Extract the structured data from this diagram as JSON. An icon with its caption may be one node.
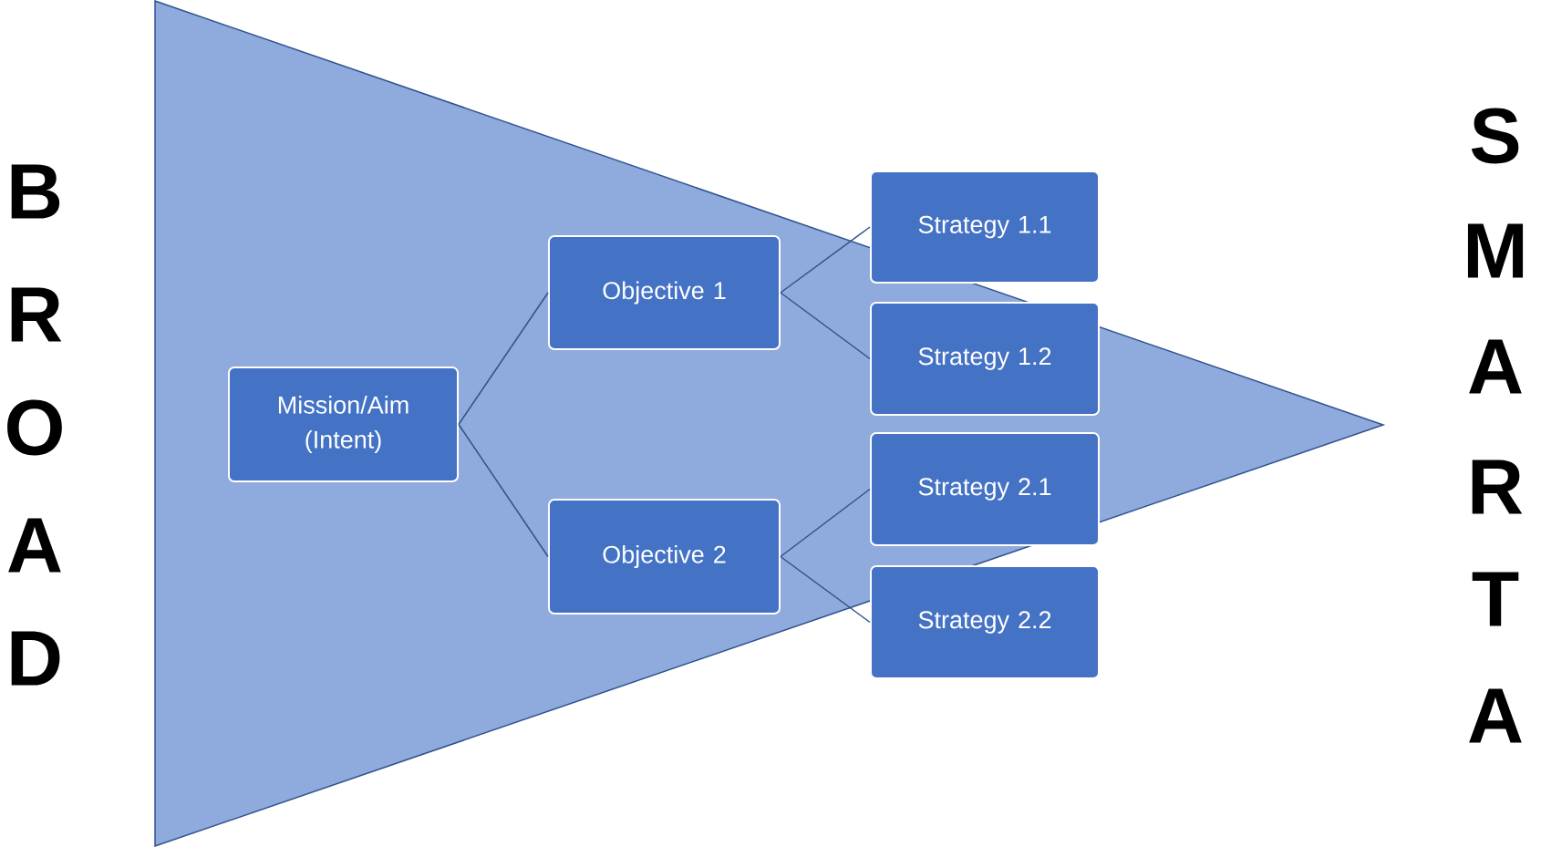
{
  "diagram": {
    "nodes": [
      {
        "text": [
          "Mission/Aim (Intent)"
        ]
      },
      {
        "text": [
          "Objective 1"
        ]
      },
      {
        "text": [
          "Objective 2"
        ]
      },
      {
        "text": [
          "Strategy 1.1"
        ]
      },
      {
        "text": [
          "Strategy 1.2"
        ]
      },
      {
        "text": [
          "Strategy 2.1"
        ]
      },
      {
        "text": [
          "Strategy 2.2"
        ]
      }
    ],
    "edges": [
      {
        "from": 0,
        "to": 1,
        "arrow": "none"
      },
      {
        "from": 0,
        "to": 2,
        "arrow": "none"
      },
      {
        "from": 1,
        "to": 3,
        "arrow": "none"
      },
      {
        "from": 1,
        "to": 4,
        "arrow": "none"
      },
      {
        "from": 2,
        "to": 5,
        "arrow": "none"
      },
      {
        "from": 2,
        "to": 6,
        "arrow": "none"
      }
    ],
    "labels": [
      "B",
      "R",
      "O",
      "A",
      "D",
      "S",
      "M",
      "A",
      "R",
      "T",
      "A"
    ]
  }
}
